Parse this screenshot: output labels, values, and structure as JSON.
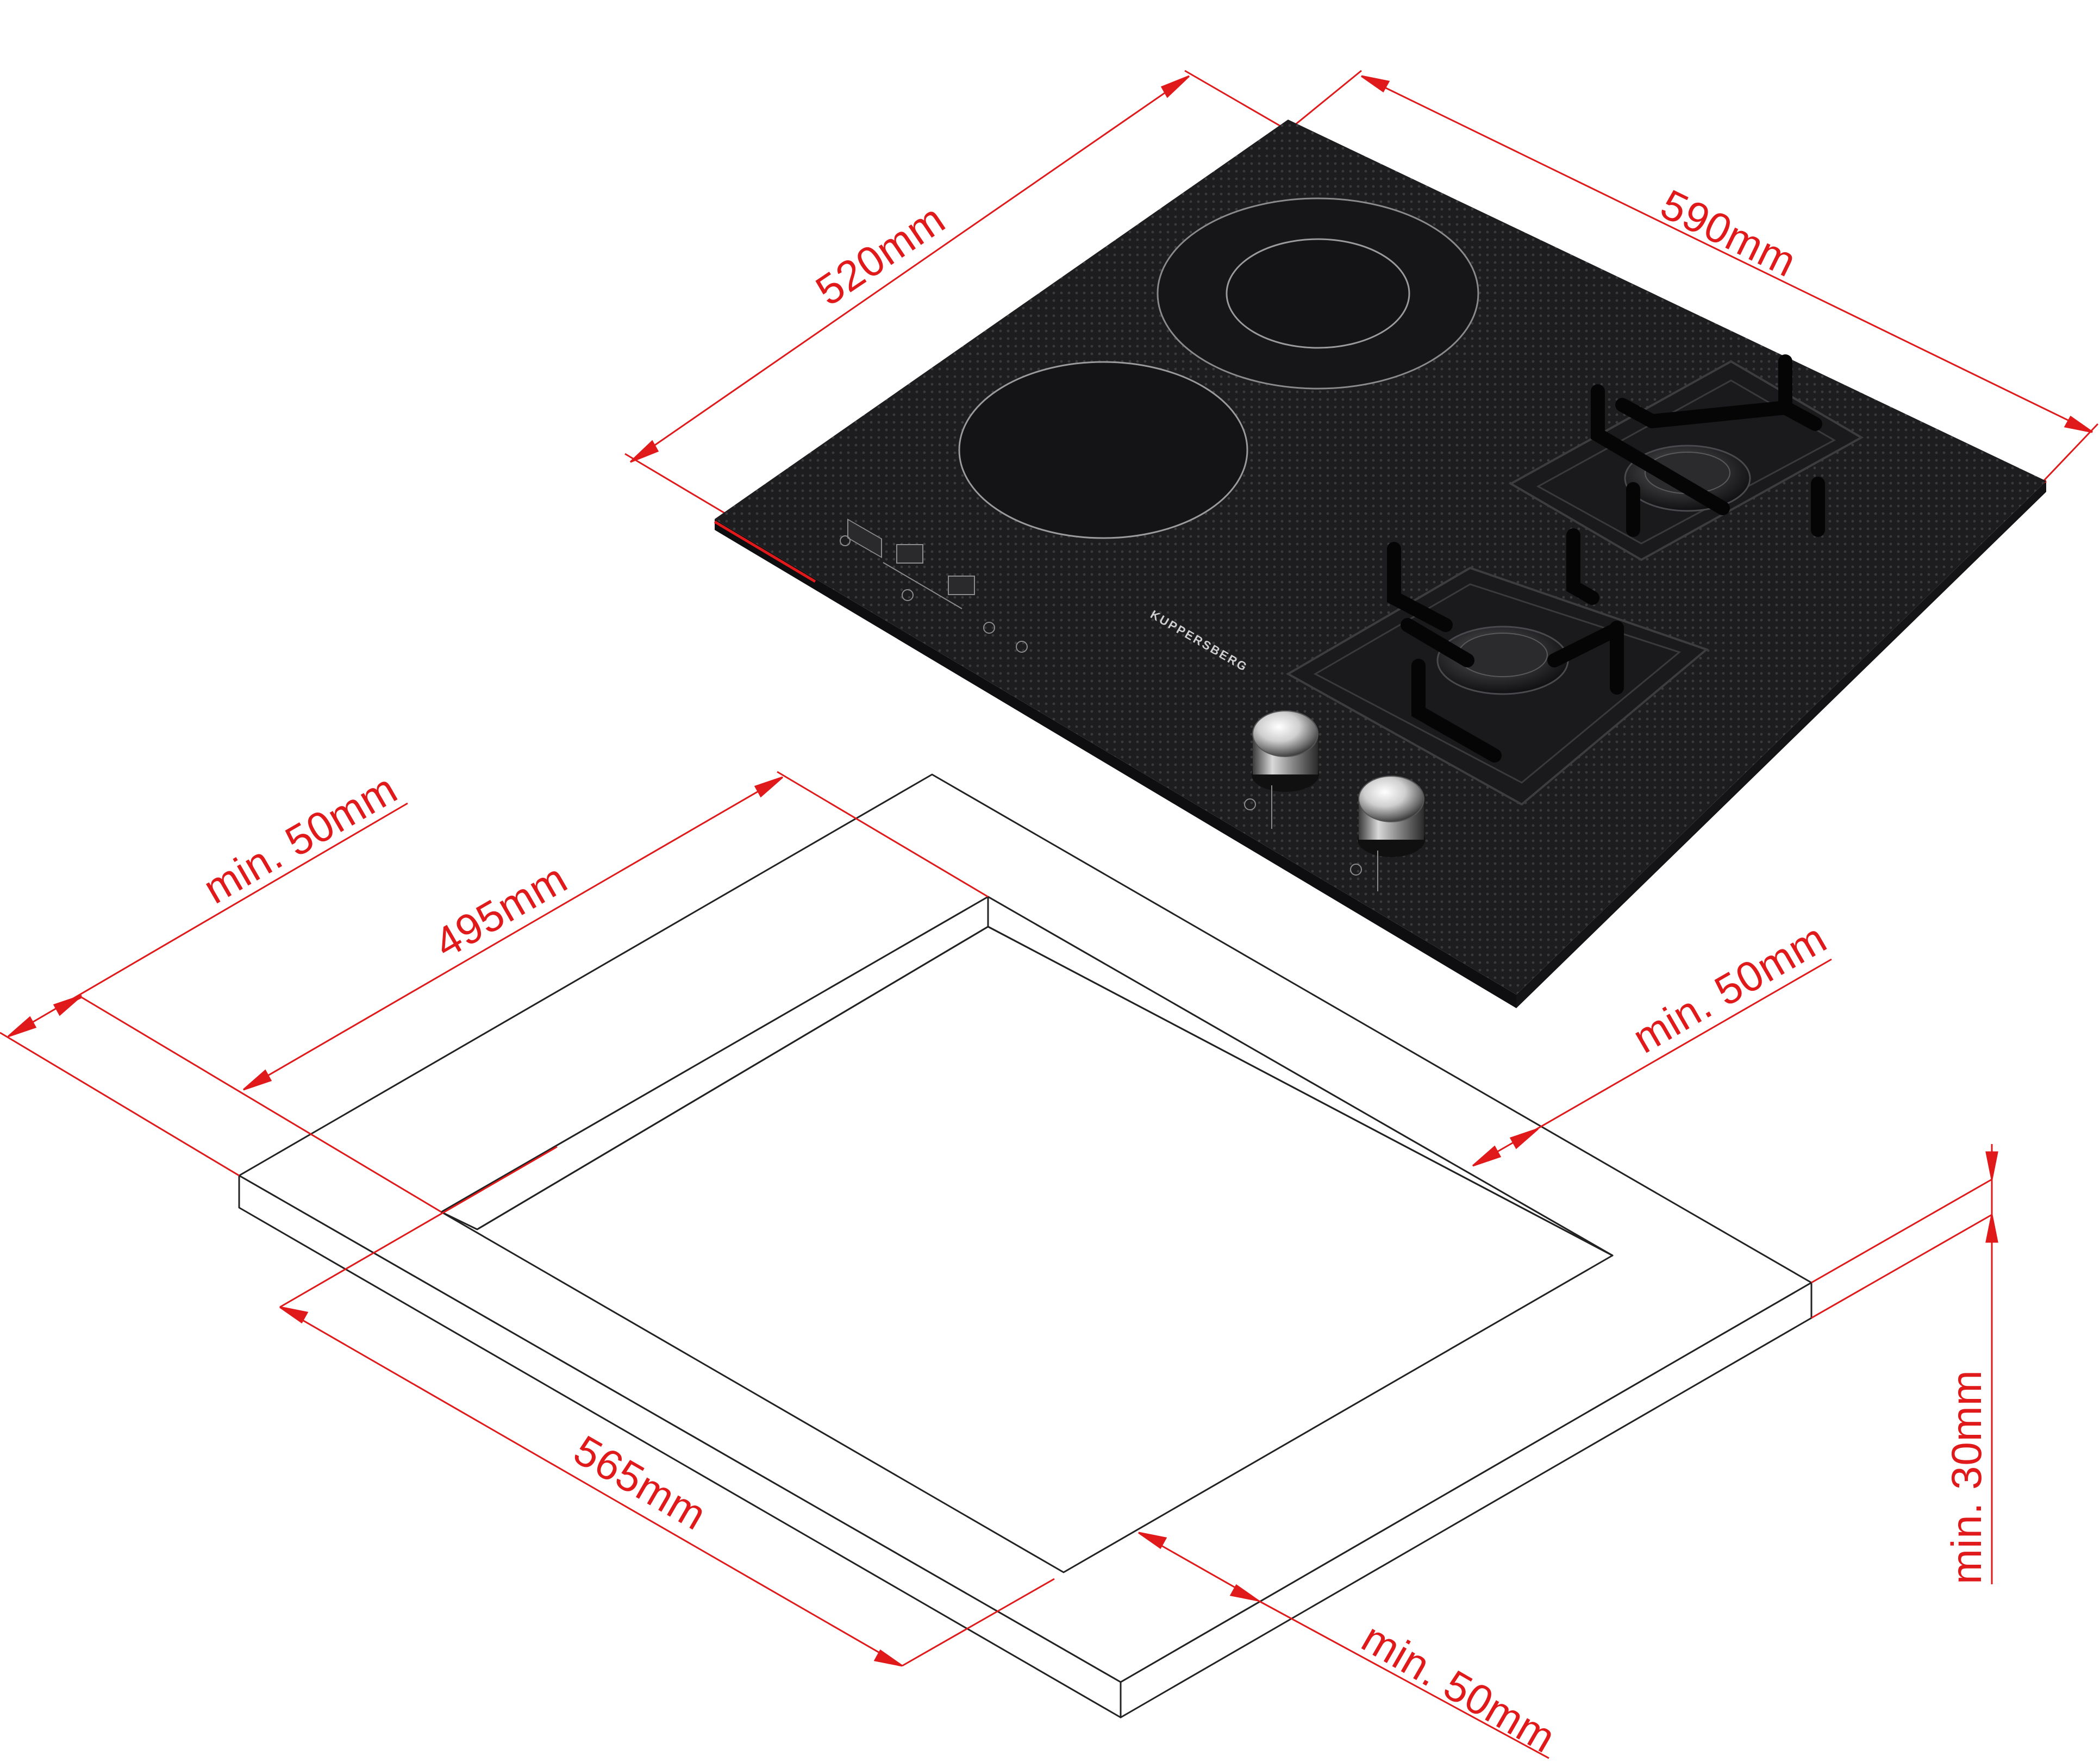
{
  "hob": {
    "brand": "KUPPERSBERG"
  },
  "dimensions": {
    "hob_depth": "520mm",
    "hob_width": "590mm",
    "cutout_depth": "495mm",
    "cutout_width": "565mm",
    "clearance_left": "min. 50mm",
    "clearance_right": "min. 50mm",
    "clearance_front": "min. 50mm",
    "worktop_thickness": "min. 30mm"
  },
  "colors": {
    "dimension": "#e0191b",
    "glass": "#1c1c1e",
    "outline": "#222222"
  }
}
